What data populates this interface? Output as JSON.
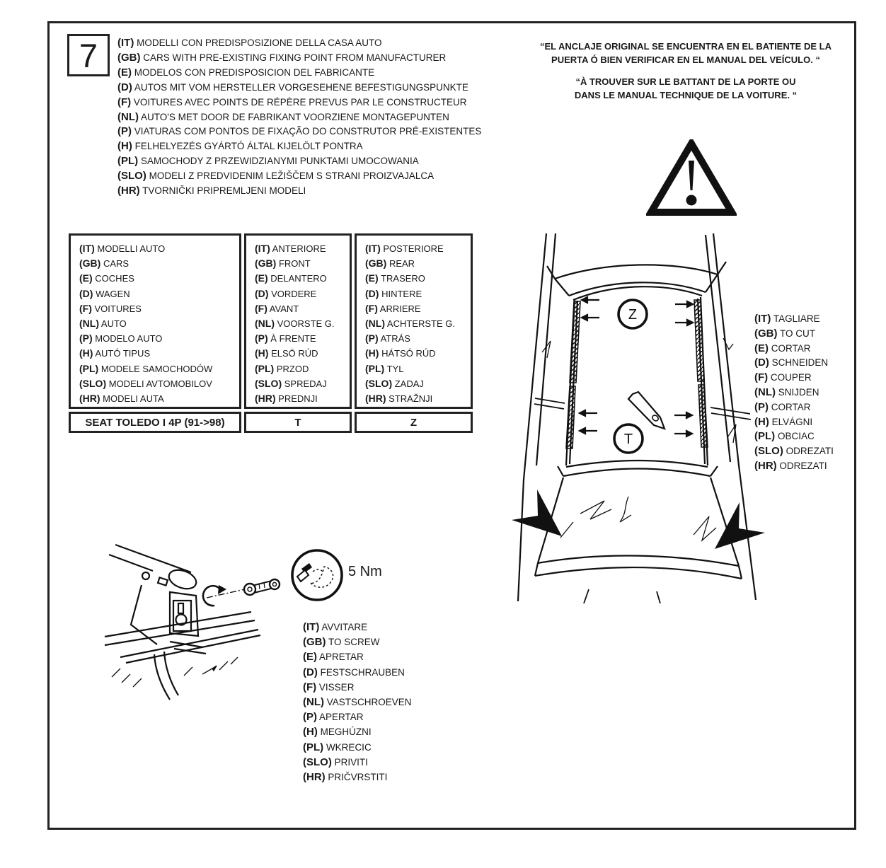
{
  "page": {
    "step_number": "7"
  },
  "header_list": {
    "items": [
      {
        "label": "(IT)",
        "text": "MODELLI CON PREDISPOSIZIONE DELLA CASA AUTO"
      },
      {
        "label": "(GB)",
        "text": "CARS WITH PRE-EXISTING FIXING POINT FROM MANUFACTURER"
      },
      {
        "label": "(E)",
        "text": "MODELOS CON PREDISPOSICION DEL FABRICANTE"
      },
      {
        "label": "(D)",
        "text": "AUTOS MIT VOM HERSTELLER VORGESEHENE BEFESTIGUNGSPUNKTE"
      },
      {
        "label": "(F)",
        "text": "VOITURES AVEC POINTS DE RÉPÈRE PREVUS PAR LE CONSTRUCTEUR"
      },
      {
        "label": "(NL)",
        "text": "AUTO'S MET DOOR DE FABRIKANT VOORZIENE MONTAGEPUNTEN"
      },
      {
        "label": "(P)",
        "text": "VIATURAS COM  PONTOS DE FIXAÇÃO DO CONSTRUTOR PRÉ-EXISTENTES"
      },
      {
        "label": "(H)",
        "text": "FELHELYEZÉS GYÁRTÓ ÁLTAL KIJELÖLT PONTRA"
      },
      {
        "label": "(PL)",
        "text": "SAMOCHODY Z PRZEWIDZIANYMI PUNKTAMI UMOCOWANIA"
      },
      {
        "label": "(SLO)",
        "text": "MODELI Z PREDVIDENIM LEŽIŠČEM S STRANI PROIZVAJALCA"
      },
      {
        "label": "(HR)",
        "text": "TVORNIČKI PRIPREMLJENI MODELI"
      }
    ]
  },
  "quotes": {
    "es1": "“EL ANCLAJE ORIGINAL SE ENCUENTRA EN EL BATIENTE DE LA",
    "es2": "PUERTA Ó BIEN VERIFICAR EN EL MANUAL DEL VEÍCULO.  “",
    "fr1": "“À TROUVER SUR LE BATTANT DE LA PORTE OU",
    "fr2": "DANS LE MANUAL TECHNIQUE DE LA VOITURE. “"
  },
  "table": {
    "col_models": {
      "rows": [
        {
          "label": "(IT)",
          "text": "MODELLI  AUTO"
        },
        {
          "label": "(GB)",
          "text": "CARS"
        },
        {
          "label": "(E)",
          "text": "COCHES"
        },
        {
          "label": "(D)",
          "text": "WAGEN"
        },
        {
          "label": "(F)",
          "text": "VOITURES"
        },
        {
          "label": "(NL)",
          "text": "AUTO"
        },
        {
          "label": "(P)",
          "text": "MODELO AUTO"
        },
        {
          "label": "(H)",
          "text": "AUTÓ TIPUS"
        },
        {
          "label": "(PL)",
          "text": "MODELE SAMOCHODÓW"
        },
        {
          "label": "(SLO)",
          "text": "MODELI AVTOMOBILOV"
        },
        {
          "label": "(HR)",
          "text": "MODELI AUTA"
        }
      ]
    },
    "col_front": {
      "rows": [
        {
          "label": "(IT)",
          "text": "ANTERIORE"
        },
        {
          "label": "(GB)",
          "text": "FRONT"
        },
        {
          "label": "(E)",
          "text": "DELANTERO"
        },
        {
          "label": "(D)",
          "text": "VORDERE"
        },
        {
          "label": "(F)",
          "text": "AVANT"
        },
        {
          "label": "(NL)",
          "text": "VOORSTE G."
        },
        {
          "label": "(P)",
          "text": "À FRENTE"
        },
        {
          "label": "(H)",
          "text": "ELSÖ RÚD"
        },
        {
          "label": "(PL)",
          "text": "PRZOD"
        },
        {
          "label": "(SLO)",
          "text": "SPREDAJ"
        },
        {
          "label": "(HR)",
          "text": "PREDNJI"
        }
      ]
    },
    "col_rear": {
      "rows": [
        {
          "label": "(IT)",
          "text": "POSTERIORE"
        },
        {
          "label": "(GB)",
          "text": "REAR"
        },
        {
          "label": "(E)",
          "text": "TRASERO"
        },
        {
          "label": "(D)",
          "text": "HINTERE"
        },
        {
          "label": "(F)",
          "text": "ARRIERE"
        },
        {
          "label": "(NL)",
          "text": "ACHTERSTE G."
        },
        {
          "label": "(P)",
          "text": "ATRÁS"
        },
        {
          "label": "(H)",
          "text": "HÁTSÓ RÚD"
        },
        {
          "label": "(PL)",
          "text": "TYL"
        },
        {
          "label": "(SLO)",
          "text": "ZADAJ"
        },
        {
          "label": "(HR)",
          "text": "STRAŽNJI"
        }
      ]
    },
    "footer_model": "SEAT TOLEDO I 4P (91->98)",
    "footer_front": "T",
    "footer_rear": "Z"
  },
  "cut_list": {
    "items": [
      {
        "label": "(IT)",
        "text": "TAGLIARE"
      },
      {
        "label": "(GB)",
        "text": "TO CUT"
      },
      {
        "label": "(E)",
        "text": "CORTAR"
      },
      {
        "label": "(D)",
        "text": "SCHNEIDEN"
      },
      {
        "label": "(F)",
        "text": "COUPER"
      },
      {
        "label": "(NL)",
        "text": "SNIJDEN"
      },
      {
        "label": "(P)",
        "text": "CORTAR"
      },
      {
        "label": "(H)",
        "text": "ELVÁGNI"
      },
      {
        "label": "(PL)",
        "text": "OBCIAC"
      },
      {
        "label": "(SLO)",
        "text": "ODREZATI"
      },
      {
        "label": "(HR)",
        "text": "ODREZATI"
      }
    ]
  },
  "screw_list": {
    "items": [
      {
        "label": "(IT)",
        "text": "AVVITARE"
      },
      {
        "label": "(GB)",
        "text": "TO SCREW"
      },
      {
        "label": "(E)",
        "text": "APRETAR"
      },
      {
        "label": "(D)",
        "text": "FESTSCHRAUBEN"
      },
      {
        "label": "(F)",
        "text": "VISSER"
      },
      {
        "label": "(NL)",
        "text": "VASTSCHROEVEN"
      },
      {
        "label": "(P)",
        "text": "APERTAR"
      },
      {
        "label": "(H)",
        "text": "MEGHÚZNI"
      },
      {
        "label": "(PL)",
        "text": "WKRECIC"
      },
      {
        "label": "(SLO)",
        "text": "PRIVITI"
      },
      {
        "label": "(HR)",
        "text": "PRIČVRSTITI"
      }
    ]
  },
  "diagram": {
    "rear_code": "Z",
    "front_code": "T"
  },
  "torque": {
    "value": "5 Nm"
  },
  "colors": {
    "ink": "#1a1a1a",
    "paper": "#ffffff"
  }
}
